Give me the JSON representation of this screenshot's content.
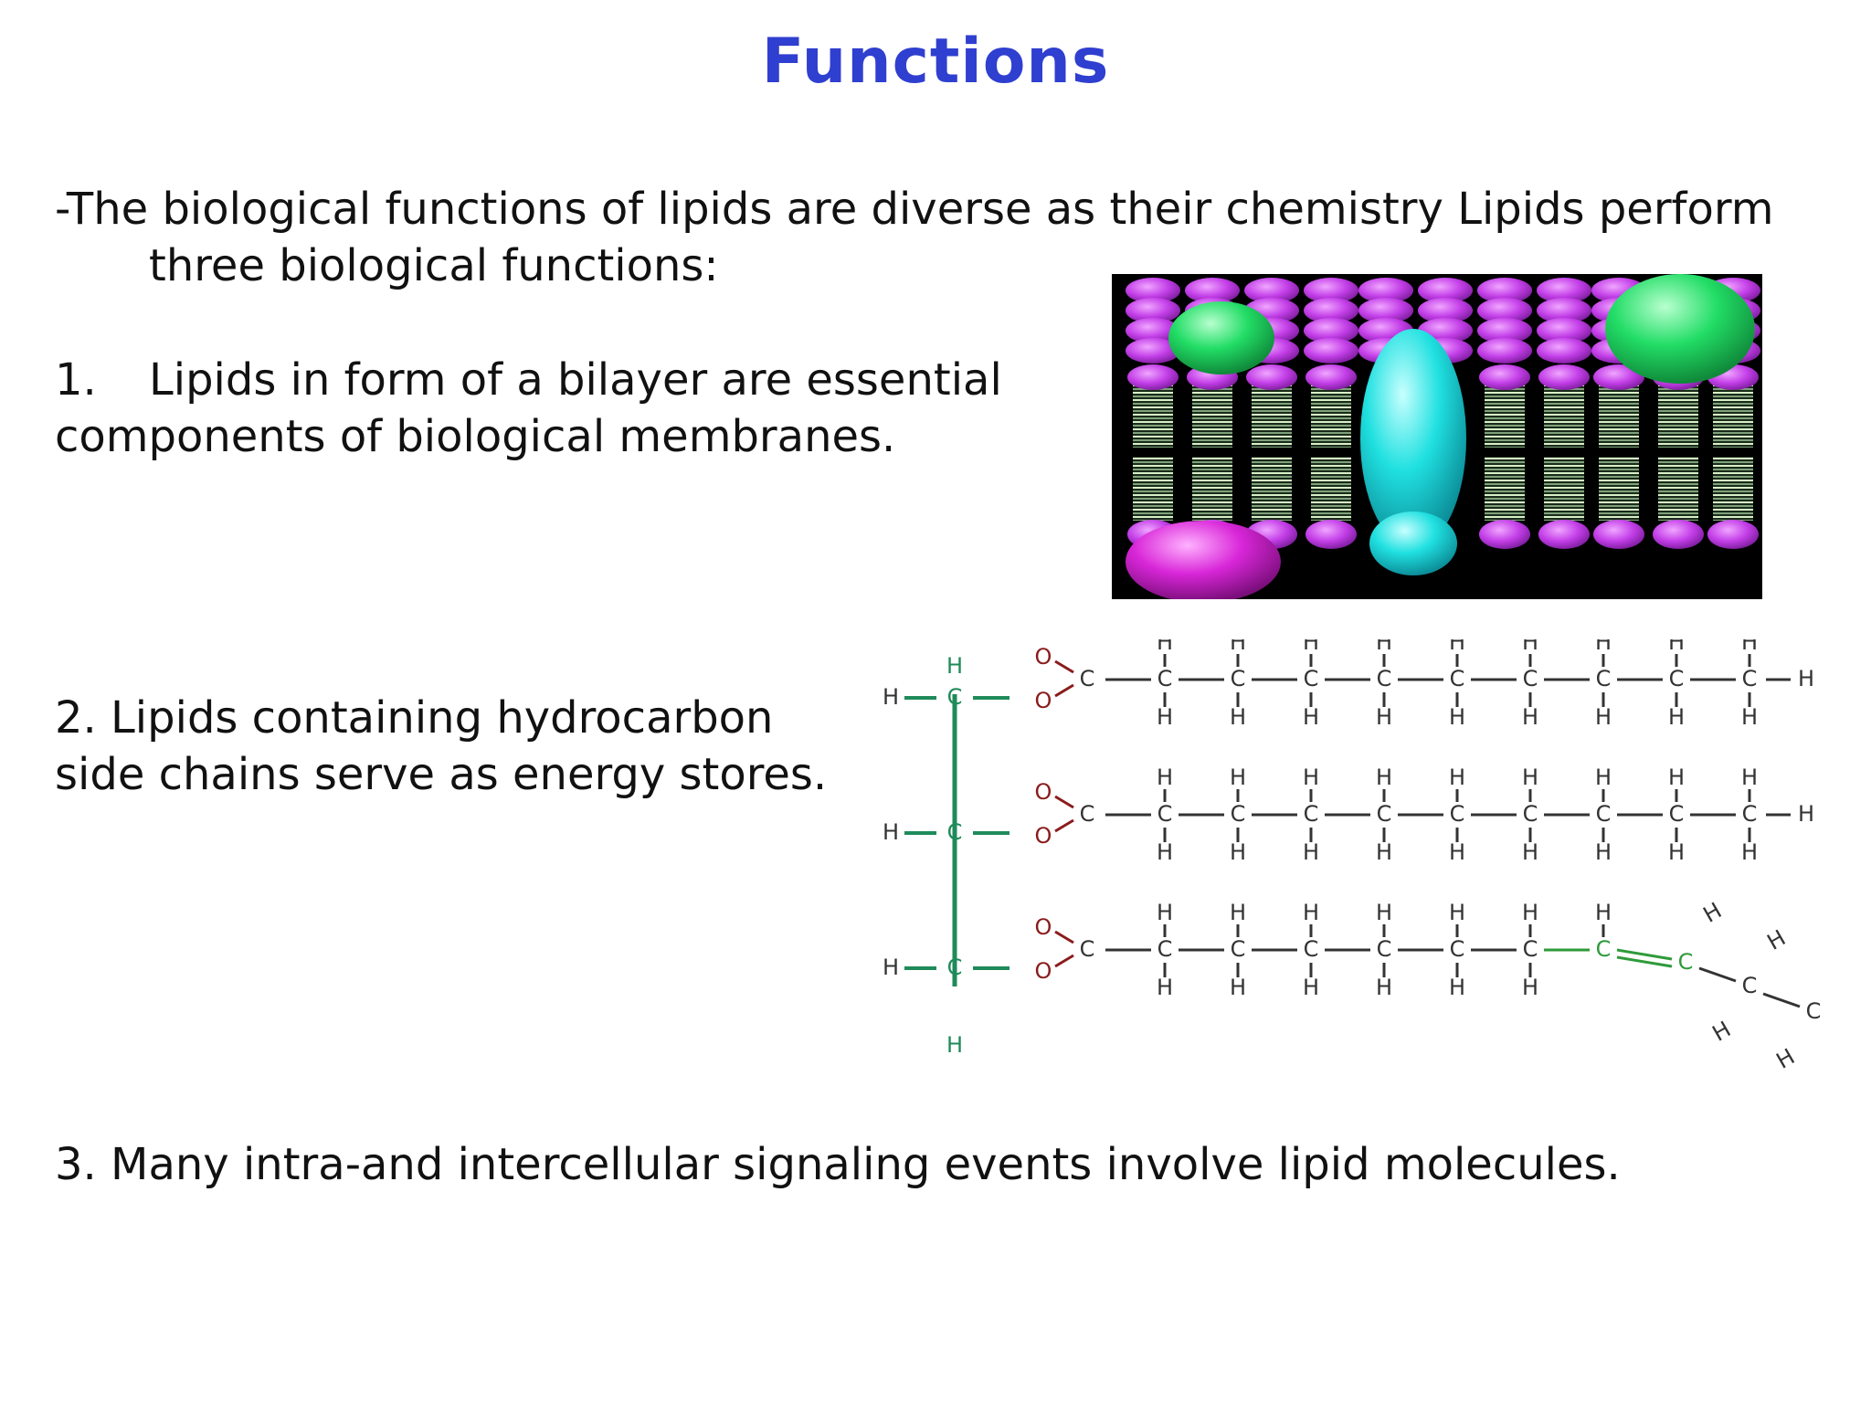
{
  "slide": {
    "title": "Functions",
    "intro": {
      "line1": "-The biological functions of lipids are diverse as their chemistry Lipids perform",
      "line2": "three biological functions:"
    },
    "point1": {
      "number": "1.",
      "line1_text": "Lipids in form of a bilayer are essential",
      "line2": "components of biological membranes."
    },
    "point2": {
      "line1": "2. Lipids containing hydrocarbon",
      "line2": "side chains serve as energy stores."
    },
    "point3": {
      "line1": "3. Many intra-and intercellular signaling events involve lipid molecules."
    }
  },
  "figures": {
    "membrane": {
      "icon": "lipid-bilayer-illustration"
    },
    "triglyceride": {
      "icon": "triglyceride-structure-illustration",
      "atom_labels": {
        "hydrogen": "H",
        "carbon": "C",
        "oxygen": "O"
      }
    }
  },
  "colors": {
    "title": "#2f3fd0",
    "text": "#111111",
    "glycerol_bond": "#1f8a5a",
    "oxygen": "#8a1c1c",
    "double_bond": "#2f9a3a",
    "membrane_background": "#000000",
    "lipid_head": "#c33fe8",
    "protein_green": "#22dd66",
    "protein_cyan": "#20e0e0",
    "protein_magenta": "#d826d8"
  }
}
